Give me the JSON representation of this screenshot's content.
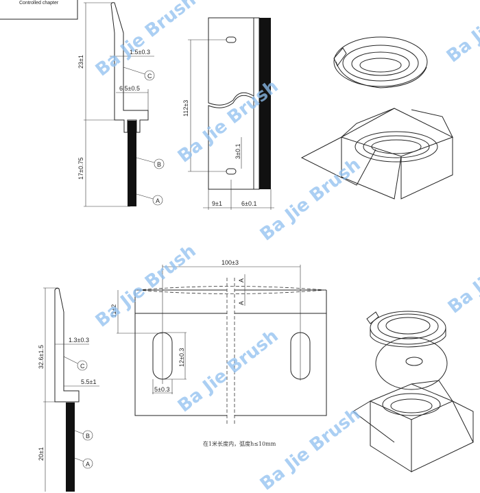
{
  "stamp_box": {
    "text": "Controlled chapter"
  },
  "top_profile": {
    "height_upper": "23±1",
    "height_lower": "17±0.75",
    "thickness": "1.5±0.3",
    "foot_width": "6.5±0.5",
    "callouts": [
      "C",
      "B",
      "A"
    ]
  },
  "top_side_view": {
    "length": "112±3",
    "slot_offset": "3±0.1",
    "width_left": "9±1",
    "width_right": "6±0.1"
  },
  "bottom_profile": {
    "height_upper": "32.6±1.5",
    "height_lower": "20±1",
    "thickness": "1.3±0.3",
    "foot_width": "5.5±1",
    "callouts": [
      "C",
      "B",
      "A"
    ]
  },
  "bottom_plate_view": {
    "slot_pitch": "100±3",
    "slot_top_offset": "11±2",
    "slot_length": "12±0.3",
    "slot_width": "5±0.3",
    "section_label": "A",
    "note": "在1米长度内，弧度h≤10mm"
  },
  "watermark": "Ba Jie Brush"
}
